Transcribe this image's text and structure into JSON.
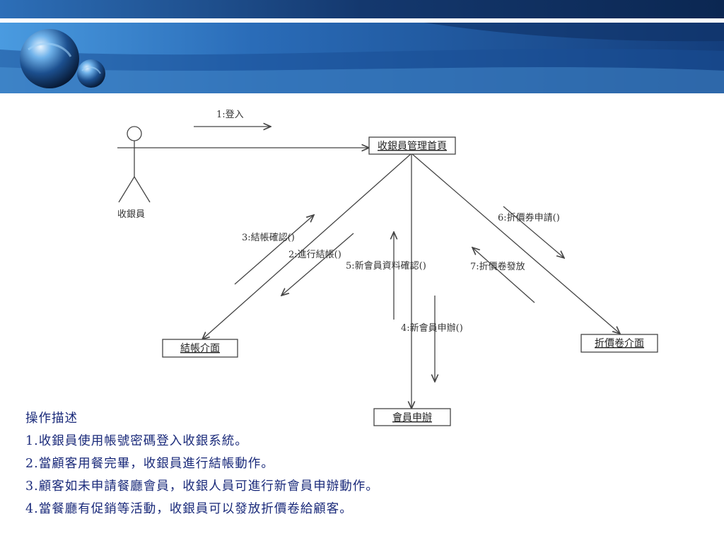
{
  "colors": {
    "banner_dark": "#0b2752",
    "banner_mid": "#1d4f8f",
    "banner_light": "#3f8fd6",
    "text_blue": "#1a2a7a",
    "line": "#444444"
  },
  "diagram": {
    "actor_label": "收銀員",
    "boxes": {
      "home": "收銀員管理首頁",
      "checkout": "結帳介面",
      "member": "會員申辦",
      "coupon": "折價卷介面"
    },
    "messages": {
      "m1": "1:登入",
      "m2": "2:進行結帳()",
      "m3": "3:結帳確認()",
      "m4": "4:新會員申辦()",
      "m5": "5:新會員資料確認()",
      "m6": "6:折價券申請()",
      "m7": "7:折價卷發放"
    }
  },
  "description": {
    "heading": "操作描述",
    "items": [
      "1.收銀員使用帳號密碼登入收銀系統。",
      "2.當顧客用餐完畢，收銀員進行結帳動作。",
      "3.顧客如未申請餐廳會員，收銀人員可進行新會員申辦動作。",
      "4.當餐廳有促銷等活動，收銀員可以發放折價卷給顧客。"
    ]
  }
}
